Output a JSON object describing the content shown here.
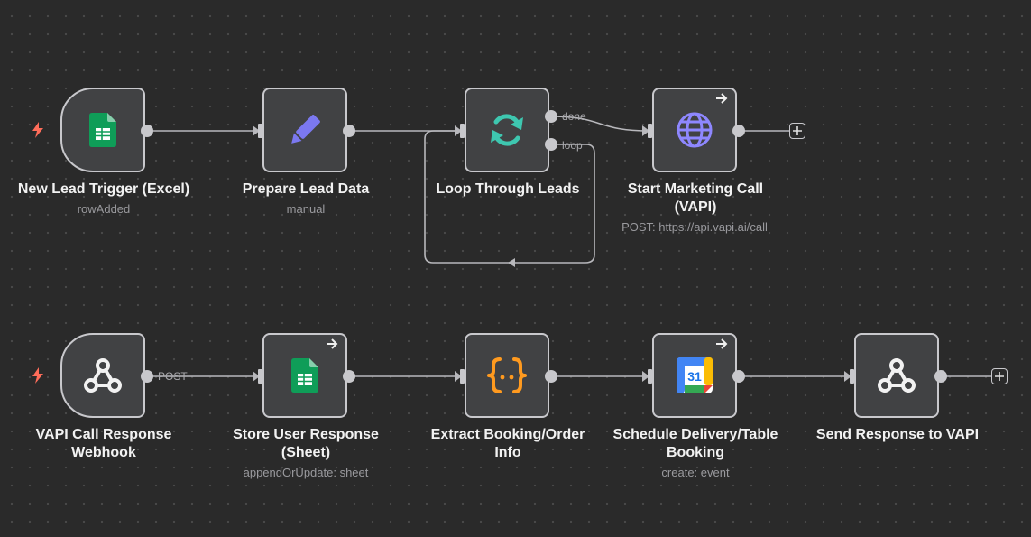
{
  "colors": {
    "canvas": "#2a2a2a",
    "node_fill": "#414244",
    "node_border": "#c8c8cc",
    "edge": "#b8b8bc",
    "trigger_bolt": "#ff6d5a",
    "sheets_green": "#0f9d58",
    "pencil_purple": "#7b78f0",
    "loop_teal": "#3ec7b0",
    "globe_purple": "#8e87ff",
    "code_orange": "#ff9a1f"
  },
  "workflow": {
    "nodes": [
      {
        "id": "new-lead-trigger",
        "title": "New Lead Trigger (Excel)",
        "subtitle": "rowAdded",
        "icon": "google-sheets-icon",
        "trigger": true
      },
      {
        "id": "prepare-lead-data",
        "title": "Prepare Lead Data",
        "subtitle": "manual",
        "icon": "pencil-icon"
      },
      {
        "id": "loop-through-leads",
        "title": "Loop Through Leads",
        "subtitle": "",
        "icon": "loop-icon"
      },
      {
        "id": "start-marketing-call",
        "title": "Start Marketing Call (VAPI)",
        "subtitle": "POST: https://api.vapi.ai/call",
        "icon": "globe-icon",
        "arrow": true
      },
      {
        "id": "vapi-call-response-webhook",
        "title": "VAPI Call Response Webhook",
        "subtitle": "",
        "icon": "webhook-icon",
        "trigger": true
      },
      {
        "id": "store-user-response",
        "title": "Store User Response (Sheet)",
        "subtitle": "appendOrUpdate: sheet",
        "icon": "google-sheets-icon",
        "arrow": true
      },
      {
        "id": "extract-booking-order-info",
        "title": "Extract Booking/Order Info",
        "subtitle": "",
        "icon": "code-braces-icon"
      },
      {
        "id": "schedule-delivery-table-booking",
        "title": "Schedule Delivery/Table Booking",
        "subtitle": "create: event",
        "icon": "google-calendar-icon",
        "arrow": true
      },
      {
        "id": "send-response-to-vapi",
        "title": "Send Response to VAPI",
        "subtitle": "",
        "icon": "webhook-icon"
      }
    ],
    "edge_labels": {
      "done": "done",
      "loop": "loop",
      "post": "POST"
    },
    "calendar_day": "31",
    "add_button_label": "+"
  }
}
